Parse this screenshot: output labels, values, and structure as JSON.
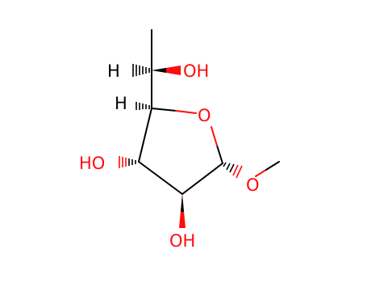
{
  "molecule": {
    "atom_labels": {
      "o_ring": "O",
      "oh_top": "OH",
      "oh_left": "HO",
      "oh_bottom": "OH",
      "o_methoxy": "O",
      "h_top": "H",
      "h_c4": "H"
    },
    "colors": {
      "bond": "#000000",
      "oxygen": "#ff0d0d",
      "hydrogen": "#000000",
      "background": "#ffffff"
    }
  }
}
